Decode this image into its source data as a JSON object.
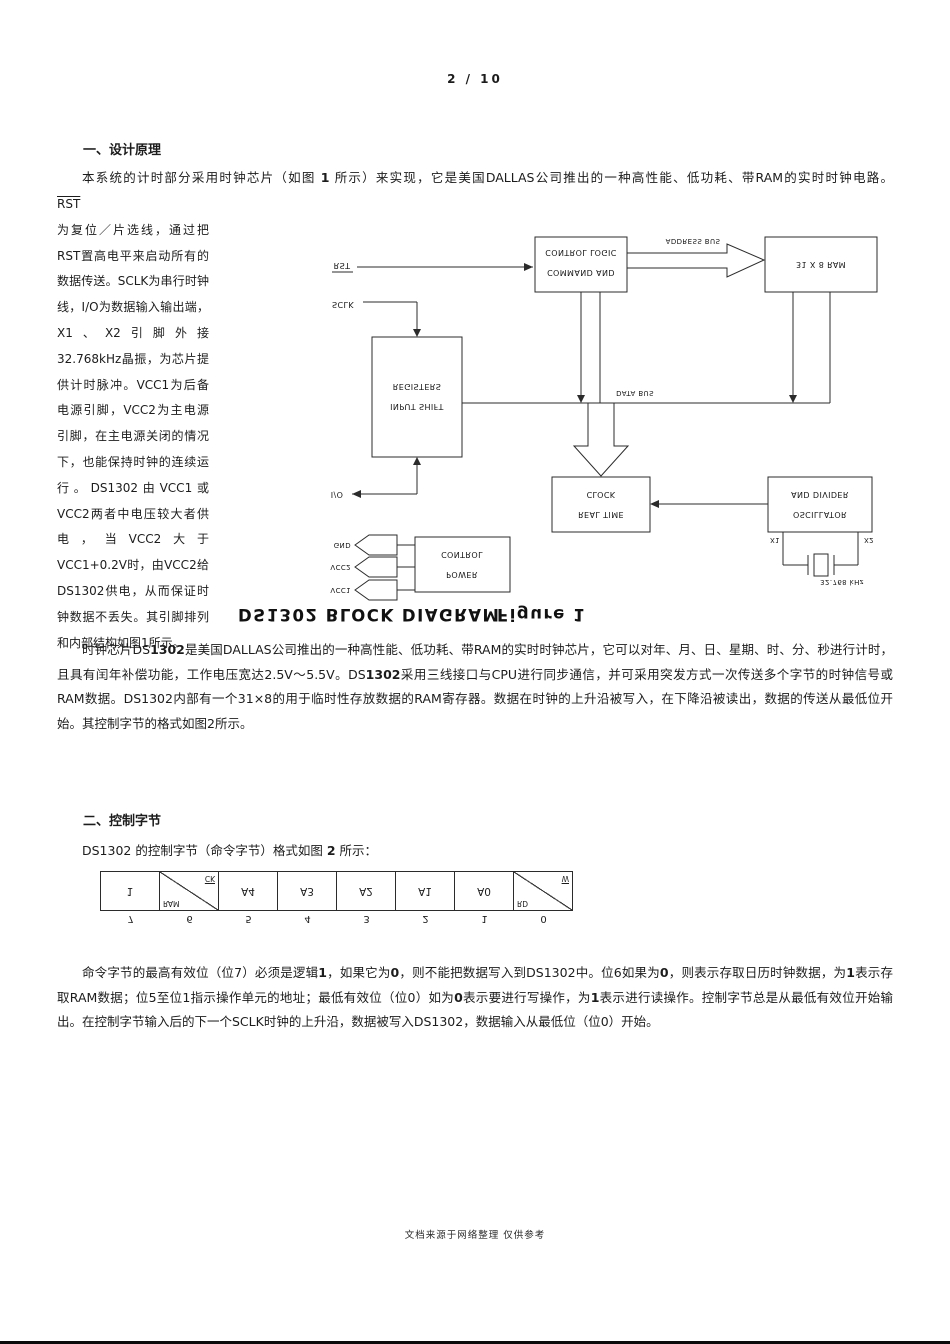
{
  "page": {
    "indicator": "2 / 10",
    "footer": "文档来源于网络整理 仅供参考"
  },
  "sections": {
    "s1_heading": "一、设计原理",
    "intro": {
      "s0": "本系统的计时部分采用时钟芯片（如图 ",
      "s1": "1",
      "s2": " 所示）来实现，它是美国DALLAS公司推出的一种高性能、低功耗、带RAM的实时时钟电路。"
    },
    "side": {
      "pin": "RST",
      "text": "为复位／片选线，通过把RST置高电平来启动所有的数据传送。SCLK为串行时钟线，I/O为数据输入输出端，X1、X2引脚外接32.768kHz晶振，为芯片提供计时脉冲。VCC1为后备电源引脚，VCC2为主电源引脚，在主电源关闭的情况下，也能保持时钟的连续运行。DS1302由VCC1或VCC2两者中电压较大者供电，当VCC2大于VCC1+0.2V时，由VCC2给DS1302供电，从而保证时钟数据不丢失。其引脚排列和内部结构如图1所示。"
    },
    "s2_heading": "二、控制字节"
  },
  "figure": {
    "caption_title": "DS1302 BLOCK DIAGRAM",
    "caption_fig": "Figure 1",
    "boxes": {
      "cmd": {
        "top": "CONTROL LOGIC",
        "bottom": "COMMAND AND"
      },
      "ram": {
        "top": "31 X 8 RAM"
      },
      "shift": {
        "top": "REGISTERS",
        "bottom": "INPUT SHIFT"
      },
      "rtc": {
        "top": "CLOCK",
        "bottom": "REAL TIME"
      },
      "osc": {
        "top": "AND DIVIDER",
        "bottom": "OSCILLATOR"
      },
      "power": {
        "top": "CONTROL",
        "bottom": "POWER"
      }
    },
    "labels": {
      "rst": "RST",
      "sclk": "SCLK",
      "io": "I/O",
      "gnd": "GND",
      "vcc2": "VCC2",
      "vcc1": "VCC1",
      "x1": "X1",
      "x2": "X2",
      "freq": "32.768 kHz",
      "address_bus": "ADDRESS BUS",
      "data_bus": "DATA BUS"
    }
  },
  "paraA": {
    "s0": "时钟芯片DS",
    "s1": "1302",
    "s2": "是美国DALLAS公司推出的一种高性能、低功耗、带RAM的实时时钟芯片，它可以对年、月、日、星期、时、分、秒进行计时，且具有闰年补偿功能，工作电压宽达2.5V～5.5V。DS",
    "s3": "1302",
    "s4": "采用三线接口与CPU进行同步通信，并可采用突发方式一次传送多个字节的时钟信号或RAM数据。DS1302内部有一个31×8的用于临时性存放数据的RAM寄存器。数据在时钟的上升沿被写入，在下降沿被读出，数据的传送从最低位开始。其控制字节的格式如图2所示。"
  },
  "lead": {
    "s0": "DS1302 的控制字节（命令字节）格式如图 ",
    "s1": "2",
    "s2": " 所示："
  },
  "cmd_byte": {
    "cells": [
      {
        "label": "1"
      },
      {
        "low": "RAM",
        "high": "CK"
      },
      {
        "label": "A4"
      },
      {
        "label": "A3"
      },
      {
        "label": "A2"
      },
      {
        "label": "A1"
      },
      {
        "label": "A0"
      },
      {
        "low": "RD",
        "high": "W"
      }
    ],
    "bits": [
      "7",
      "6",
      "5",
      "4",
      "3",
      "2",
      "1",
      "0"
    ]
  },
  "paraC": {
    "c0": "命令字节的最高有效位（位7）必须是逻辑",
    "c1": "1",
    "c2": "，如果它为",
    "c3": "0",
    "c4": "，则不能把数据写入到DS1302中。位6如果为",
    "c5": "0",
    "c6": "，则表示存取日历时钟数据，为",
    "c7": "1",
    "c8": "表示存取RAM数据；位5至位1指示操作单元的地址；最低有效位（位0）如为",
    "c9": "0",
    "c10": "表示要进行写操作，为",
    "c11": "1",
    "c12": "表示进行读操作。控制字节总是从最低有效位开始输出。在控制字节输入后的下一个SCLK时钟的上升沿，数据被写入DS1302，数据输入从最低位（位0）开始。"
  }
}
